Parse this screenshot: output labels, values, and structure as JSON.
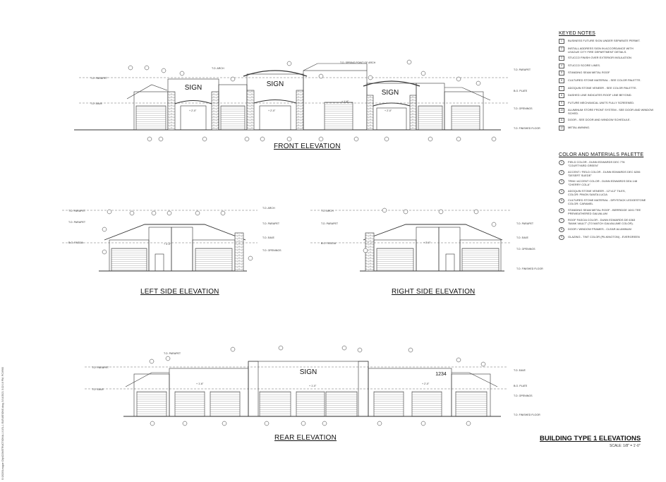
{
  "sheet": {
    "title": "BUILDING TYPE 1 ELEVATIONS",
    "scale": "SCALE: 1/8\" = 1'-0\"",
    "stamp": "S:\\2020\\League City\\CONSTRUCTION\\A-1.0-EL-1 ELEVATIONS.dwg, 5/14/2021 3:22:16 PM, PCV960"
  },
  "views": {
    "front": "FRONT ELEVATION",
    "left": "LEFT SIDE ELEVATION",
    "right": "RIGHT SIDE ELEVATION",
    "rear": "REAR ELEVATION"
  },
  "signs": {
    "sign": "SIGN",
    "address": "1234"
  },
  "levels": {
    "parapet": "T.O. PARAPET",
    "arch": "T.O. ARCH",
    "spring": "T.O. SPRING POINT OF ARCH",
    "plate": "B.O. PLATE",
    "eave": "T.O. EAVE",
    "fascia": "B.O. FASCIA",
    "openings": "T.O. OPENINGS",
    "floor": "T.O. FINISHED FLOOR"
  },
  "dims": {
    "d1": "+ 2'-0\"",
    "d2": "+ 1'-6\"",
    "d3": "+ 3'-0\"",
    "d4": "+ 1'-0\""
  },
  "keyed_notes": {
    "heading": "KEYED NOTES",
    "items": [
      {
        "key": "1",
        "text": "BUSINESS FUTURE SIGN UNDER SEPARATE PERMIT."
      },
      {
        "key": "2",
        "text": "INSTALL ADDRESS SIGN IN ACCORDANCE WITH\nLEAGUE CITY FIRE DEPARTMENT DETAILS."
      },
      {
        "key": "3",
        "text": "STUCCO FINISH OVER EXTERIOR INSULATION"
      },
      {
        "key": "4",
        "text": "STUCCO SCORE LINES."
      },
      {
        "key": "5",
        "text": "STANDING SEAM METAL ROOF"
      },
      {
        "key": "6",
        "text": "CULTURED STONE MATERIAL - SEE COLOR PALETTE."
      },
      {
        "key": "7",
        "text": "ADOQUIN STONE VENEER - SEE COLOR PALETTE."
      },
      {
        "key": "8",
        "text": "DASHED LINE INDICATES ROOF LINE BEYOND."
      },
      {
        "key": "9",
        "text": "FUTURE MECHANICAL UNITS FULLY SCREENED."
      },
      {
        "key": "10",
        "text": "ALUMINUM STORE FRONT SYSTEM - SEE DOOR AND WINDOW SCHED."
      },
      {
        "key": "11",
        "text": "DOOR - SEE DOOR AND WINDOW SCHEDULE."
      },
      {
        "key": "12",
        "text": "METAL AWNING."
      }
    ]
  },
  "palette": {
    "heading": "COLOR AND MATERIALS PALETTE",
    "items": [
      {
        "key": "1",
        "text": "FIELD COLOR - DUNN EDWARDS DEC 776\n\"COURTYARD GREEN\""
      },
      {
        "key": "2",
        "text": "ACCENT / FIELD COLOR - DUNN EDWARDS DEC 6206\n\"DESERT SUEDE\""
      },
      {
        "key": "3",
        "text": "TRIM / ACCENT COLOR - DUNN EDWARDS DEA 148\n\"CHERRY COLA\""
      },
      {
        "key": "4",
        "text": "ADOQUIN STONE VENEER - 12\"x12\" TILES,\nCOLOR: PINON SANTA LUCIA"
      },
      {
        "key": "5",
        "text": "CULTURED STONE MATERIAL - DRYSTACK LEDGESTONE\nCOLOR: CARAMEL"
      },
      {
        "key": "6",
        "text": "STANDING SEAM METAL ROOF - BERRIDGE 16X1 TEE\nPREWEATHERED GALVALUM"
      },
      {
        "key": "7",
        "text": "ROOF FASCIA COLOR - DUNN EDWARDS DE 6363\n\"BANK VAULT\" (TO MATCH GALVALUME COLOR)."
      },
      {
        "key": "8",
        "text": "DOOR / WINDOW FRAMES - CLEAR ALUMINUM"
      },
      {
        "key": "9",
        "text": "GLAZING - TINT COLOR (PILKINGTON) - EVERGREEN"
      }
    ]
  }
}
